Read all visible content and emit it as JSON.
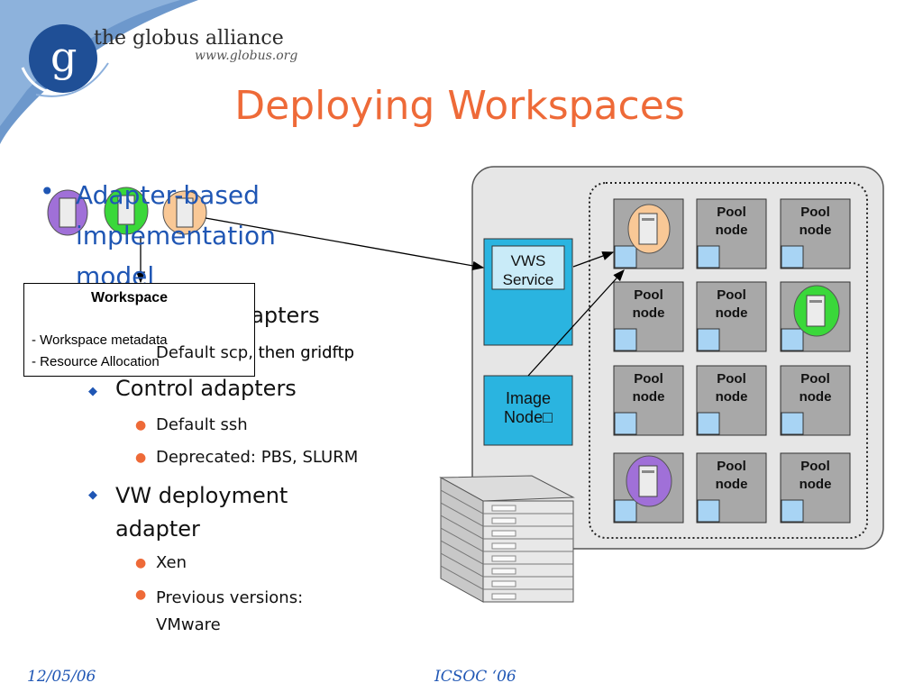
{
  "header": {
    "org_name": "the globus alliance",
    "org_url": "www.globus.org",
    "logo_letter": "g"
  },
  "slide": {
    "title": "Deploying Workspaces",
    "bullets": {
      "level1": "Adapter-based implementation model",
      "transport": "Transport adapters",
      "transport_sub": "Default scp, then gridftp",
      "control": "Control adapters",
      "control_sub1": "Default ssh",
      "control_sub2": "Deprecated: PBS, SLURM",
      "vw": "VW deployment adapter",
      "vw_sub1": "Xen",
      "vw_sub2": "Previous versions: VMware"
    }
  },
  "workspace_box": {
    "title": "Workspace",
    "line1": "- Workspace metadata",
    "line2": "- Resource Allocation"
  },
  "diagram": {
    "vws_service": "VWS Service",
    "image_node": "Image Node□",
    "pool_node_label_1": "Pool",
    "pool_node_label_2": "node",
    "colors": {
      "cloud_orange": "#f9c896",
      "cloud_green": "#3ad83a",
      "cloud_purple": "#a070d8",
      "node_fill": "#a8a8a8",
      "service_fill": "#2ab4e0",
      "small_square": "#a8d4f4"
    }
  },
  "footer": {
    "date": "12/05/06",
    "event": "ICSOC ‘06"
  }
}
